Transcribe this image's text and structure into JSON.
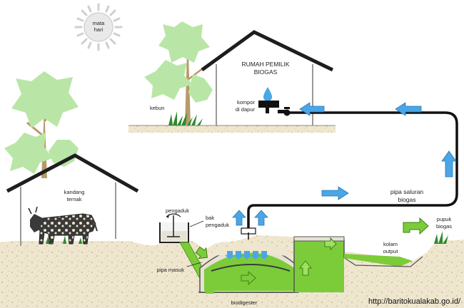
{
  "labels": {
    "sun_line1": "mata",
    "sun_line2": "hari",
    "house_title_line1": "RUMAH PEMILIK",
    "house_title_line2": "BIOGAS",
    "stove_line1": "kompor",
    "stove_line2": "di dapur",
    "garden": "kebun",
    "barn_line1": "kandang",
    "barn_line2": "ternak",
    "stirrer": "pengaduk",
    "mix_tank_line1": "bak",
    "mix_tank_line2": "pengaduk",
    "inlet_pipe": "pipa masuk",
    "digester": "biodigester",
    "gas_pipe_line1": "pipa saluran",
    "gas_pipe_line2": "biogas",
    "pool_line1": "kolam",
    "pool_line2": "output",
    "fertilizer_line1": "pupuk",
    "fertilizer_line2": "biogas",
    "source_url": "http://baritokualakab.go.id/"
  },
  "colors": {
    "slurry": "#7ccc3a",
    "slurry_dark": "#4f9a1e",
    "flow_arrow": "#4aa6e6",
    "tree": "#b9e6a6",
    "soil": "#efe6cf",
    "pipe": "#111111"
  }
}
